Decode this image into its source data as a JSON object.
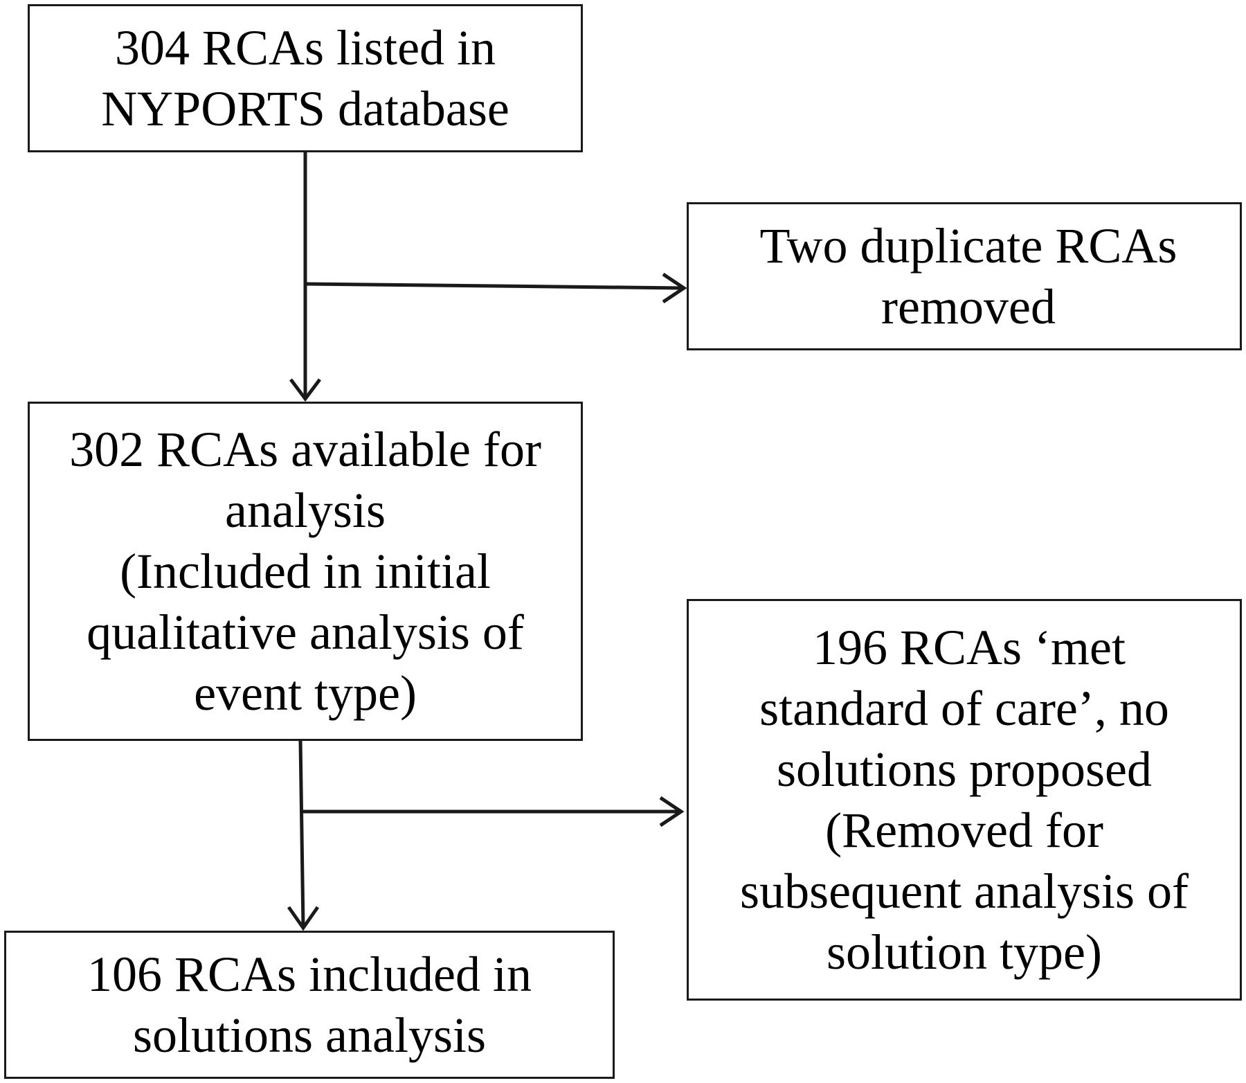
{
  "flowchart": {
    "boxes": {
      "total": {
        "lines": [
          "304 RCAs listed in",
          "NYPORTS database"
        ]
      },
      "duplicates": {
        "lines": [
          "Two duplicate RCAs",
          "removed"
        ]
      },
      "available": {
        "lines": [
          "302 RCAs available for",
          "analysis",
          "(Included in initial",
          "qualitative analysis of",
          "event type)"
        ]
      },
      "met_standard": {
        "lines": [
          "196 RCAs ‘met",
          "standard of care’, no",
          "solutions proposed",
          "(Removed for",
          "subsequent analysis of",
          "solution type)"
        ]
      },
      "included": {
        "lines": [
          "106 RCAs included in",
          "solutions analysis"
        ]
      }
    },
    "colors": {
      "line": "#1a1a1a",
      "background": "#ffffff"
    }
  }
}
